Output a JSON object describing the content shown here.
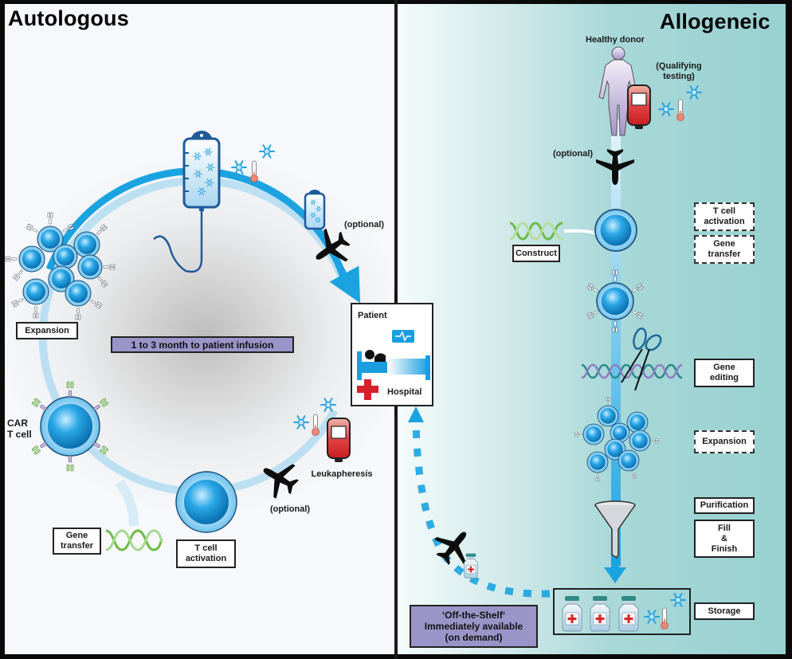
{
  "panels": {
    "autologous": {
      "title": "Autologous",
      "timeline_note": "1 to 3 month to patient infusion",
      "steps": {
        "expansion": "Expansion",
        "car_t_cell_line1": "CAR",
        "car_t_cell_line2": "T cell",
        "gene_transfer_line1": "Gene",
        "gene_transfer_line2": "transfer",
        "t_cell_activation_line1": "T cell",
        "t_cell_activation_line2": "activation",
        "leukapheresis": "Leukapheresis",
        "optional_top": "(optional)",
        "optional_bottom": "(optional)"
      }
    },
    "patient": {
      "title": "Patient",
      "hospital": "Hospital"
    },
    "allogeneic": {
      "title": "Allogeneic",
      "healthy_donor": "Healthy donor",
      "qualifying_line1": "(Qualifying",
      "qualifying_line2": "testing)",
      "optional": "(optional)",
      "construct": "Construct",
      "steps": {
        "t_cell_activation_line1": "T cell",
        "t_cell_activation_line2": "activation",
        "gene_transfer_line1": "Gene",
        "gene_transfer_line2": "transfer",
        "gene_editing_line1": "Gene",
        "gene_editing_line2": "editing",
        "expansion": "Expansion",
        "purification": "Purification",
        "fill_line1": "Fill",
        "fill_line2": "&",
        "fill_line3": "Finish",
        "storage": "Storage"
      },
      "off_the_shelf": {
        "line1": "‘Off-the-Shelf‘",
        "line2": "Immediately available",
        "line3": "(on demand)"
      }
    }
  },
  "colors": {
    "flow_blue": "#1aa3e0",
    "cell_blue": "#2aa7e6",
    "note_purple": "#9b94c8",
    "blood_red": "#d8282c",
    "dna_green": "#6dbb4a"
  }
}
